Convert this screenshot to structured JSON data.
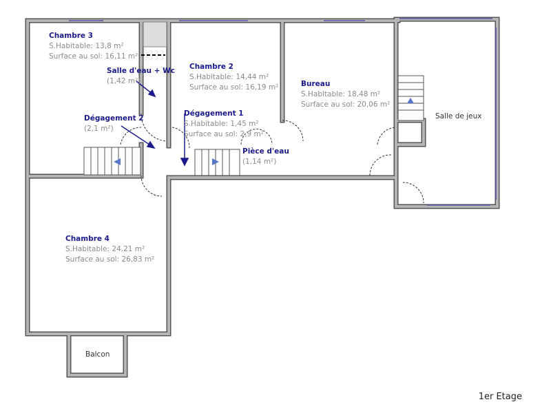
{
  "level": "1er Etage",
  "rooms": {
    "chambre3": {
      "name": "Chambre 3",
      "habitable": "S.Habitable: 13,8 m²",
      "sol": "Surface au sol: 16,11 m²"
    },
    "salle_eau": {
      "name": "Salle d'eau + Wc",
      "area": "(1,42 m²)"
    },
    "chambre2": {
      "name": "Chambre 2",
      "habitable": "S.Habitable: 14,44 m²",
      "sol": "Surface au sol: 16,19 m²"
    },
    "degagement2": {
      "name": "Dégagement 2",
      "area": "(2,1 m²)"
    },
    "degagement1": {
      "name": "Dégagement 1",
      "habitable": "S.Habitable: 1,45 m²",
      "sol": "Surface au sol: 2,9 m²"
    },
    "piece_eau": {
      "name": "Pièce d'eau",
      "area": "(1,14 m²)"
    },
    "bureau": {
      "name": "Bureau",
      "habitable": "S.Habitable: 18,48 m²",
      "sol": "Surface au sol: 20,06 m²"
    },
    "salle_jeux": {
      "name": "Salle de jeux"
    },
    "chambre4": {
      "name": "Chambre 4",
      "habitable": "S.Habitable: 24,21 m²",
      "sol": "Surface au sol: 26,83 m²"
    },
    "balcon": {
      "name": "Balcon"
    }
  },
  "colors": {
    "wall": "#9a9a9a",
    "title": "#1a1a8c",
    "window": "#5555aa"
  }
}
